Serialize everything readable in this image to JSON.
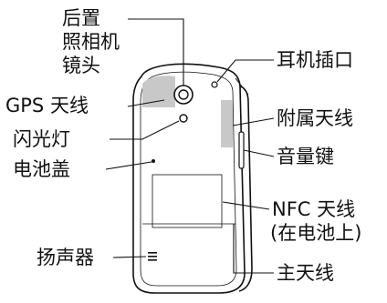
{
  "labels": {
    "rear_camera_1": "后置",
    "rear_camera_2": "照相机",
    "rear_camera_3": "镜头",
    "headset_jack": "耳机插口",
    "gps_antenna": "GPS 天线",
    "aux_antenna": "附属天线",
    "flash": "闪光灯",
    "volume_key": "音量键",
    "battery_cover": "电池盖",
    "nfc_antenna_1": "NFC 天线",
    "nfc_antenna_2": "(在电池上)",
    "speaker": "扬声器",
    "main_antenna": "主天线"
  },
  "colors": {
    "line": "#111111",
    "body_fill": "#ffffff",
    "antenna_fill": "#c8c8c8",
    "nfc_fill": "#d9d9d9"
  }
}
